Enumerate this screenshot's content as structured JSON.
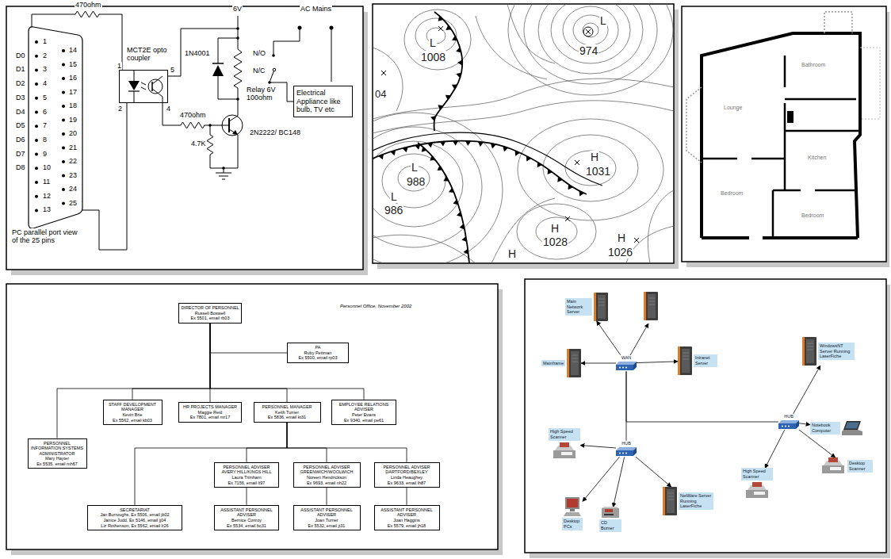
{
  "diagram": {
    "nodes": [
      {
        "text": [
          "MCT2E opto coupler"
        ]
      },
      {
        "text": [
          "Electrical Appliance like bulb, TV etc"
        ]
      },
      {
        "text": [
          "DIRECTOR OF PERSONNEL",
          "Russell Boswell",
          "Ex 5501, email rb03"
        ]
      },
      {
        "text": [
          "PA",
          "Ruby Pettman",
          "Ex 5500, email rp03"
        ]
      },
      {
        "text": [
          "STAFF DEVELOPMENT MANAGER",
          "Kevin Brie",
          "Ex 5562, email kb03"
        ]
      },
      {
        "text": [
          "HR PROJECTS MANAGER",
          "Maggie Reid",
          "Ex 7801, email mr17"
        ]
      },
      {
        "text": [
          "PERSONNEL MANAGER",
          "Keith Turner",
          "Ex 5836, email kt31"
        ]
      },
      {
        "text": [
          "EMPLOYEE RELATIONS ADVISER",
          "Peter Evans",
          "Ex 9340, email pe61"
        ]
      },
      {
        "text": [
          "PERSONNEL INFORMATION SYSTEMS ADMINISTRATOR",
          "Mary Hayter",
          "Ex 5535, email mh67"
        ]
      },
      {
        "text": [
          "PERSONNEL ADVISER AVERY HILL/KINGS HILL",
          "Laura Trimham",
          "Ex 7156, email lt97"
        ]
      },
      {
        "text": [
          "PERSONNEL ADVISER GREENWICH/WOOLWICH",
          "Noreen Hendrickson",
          "Ex 9693, email nh22"
        ]
      },
      {
        "text": [
          "PERSONNEL ADVISER DARTFORD/BEXLEY",
          "Linda Heaughey",
          "Ex 9633, email lh87"
        ]
      },
      {
        "text": [
          "SECRETARIAT",
          "Jan Burroughs, Ex 5506, email jb02",
          "Janice Judd, Ex 5146, email jj04",
          "Liz Rothenson, Ex 5562, email lr26"
        ]
      },
      {
        "text": [
          "ASSISTANT PERSONNEL ADVISER",
          "Bernice Conroy",
          "Ex 5534, email bc31"
        ]
      },
      {
        "text": [
          "ASSISTANT PERSONNEL ADVISER",
          "Joan Turner",
          "Ex 5532, email jt31"
        ]
      },
      {
        "text": [
          "ASSISTANT PERSONNEL ADVISER",
          "Joan Haggins",
          "Ex 5579, email jh18"
        ]
      },
      {
        "text": [
          "Main Network Server"
        ]
      },
      {
        "text": [
          "Mainframe"
        ]
      },
      {
        "text": [
          "WAN"
        ]
      },
      {
        "text": [
          "Intranet Server"
        ]
      },
      {
        "text": [
          "WindowsNT Server Running LaserFiche"
        ]
      },
      {
        "text": [
          "HUB"
        ]
      },
      {
        "text": [
          "Notebook Computer"
        ]
      },
      {
        "text": [
          "High Speed Scanner"
        ]
      },
      {
        "text": [
          "HUB"
        ]
      },
      {
        "text": [
          "Desktop Scanner"
        ]
      },
      {
        "text": [
          "High Speed Scanner"
        ]
      },
      {
        "text": [
          "NetWare Server Running LaserFiche"
        ]
      },
      {
        "text": [
          "Desktop PCs"
        ]
      },
      {
        "text": [
          "CD Burner"
        ]
      }
    ],
    "edges": [
      {
        "from": 2,
        "to": 3,
        "arrow": "none"
      },
      {
        "from": 2,
        "to": 4,
        "arrow": "none"
      },
      {
        "from": 2,
        "to": 5,
        "arrow": "none"
      },
      {
        "from": 2,
        "to": 6,
        "arrow": "none"
      },
      {
        "from": 2,
        "to": 7,
        "arrow": "none"
      },
      {
        "from": 2,
        "to": 8,
        "arrow": "none"
      },
      {
        "from": 6,
        "to": 9,
        "arrow": "none"
      },
      {
        "from": 6,
        "to": 10,
        "arrow": "none"
      },
      {
        "from": 6,
        "to": 11,
        "arrow": "none"
      },
      {
        "from": 6,
        "to": 12,
        "arrow": "none"
      },
      {
        "from": 9,
        "to": 13,
        "arrow": "none"
      },
      {
        "from": 10,
        "to": 14,
        "arrow": "none"
      },
      {
        "from": 11,
        "to": 15,
        "arrow": "none"
      },
      {
        "from": 18,
        "to": 16,
        "arrow": "to"
      },
      {
        "from": 18,
        "to": 17,
        "arrow": "to"
      },
      {
        "from": 18,
        "to": 19,
        "arrow": "to"
      },
      {
        "from": 18,
        "to": 24,
        "arrow": "none"
      },
      {
        "from": 18,
        "to": 21,
        "arrow": "none"
      },
      {
        "from": 24,
        "to": 23,
        "arrow": "to"
      },
      {
        "from": 24,
        "to": 28,
        "arrow": "to"
      },
      {
        "from": 24,
        "to": 29,
        "arrow": "to"
      },
      {
        "from": 24,
        "to": 27,
        "arrow": "to"
      },
      {
        "from": 21,
        "to": 20,
        "arrow": "to"
      },
      {
        "from": 21,
        "to": 22,
        "arrow": "to"
      },
      {
        "from": 21,
        "to": 25,
        "arrow": "to"
      },
      {
        "from": 21,
        "to": 26,
        "arrow": "to"
      }
    ],
    "labels": [
      "470ohm",
      "1",
      "2",
      "3",
      "4",
      "5",
      "6",
      "7",
      "8",
      "9",
      "10",
      "11",
      "12",
      "13",
      "14",
      "15",
      "16",
      "17",
      "18",
      "19",
      "20",
      "21",
      "22",
      "23",
      "24",
      "25",
      "D0",
      "D1",
      "D2",
      "D3",
      "D4",
      "D5",
      "D6",
      "D7",
      "D8",
      "1",
      "2",
      "4",
      "5",
      "6V",
      "1N4001",
      "AC Mains",
      "N/O",
      "N/C",
      "Relay 6V 100ohm",
      "470ohm",
      "4.7K",
      "2N2222/ BC148",
      "PC parallel port view of the 25 pins",
      "L",
      "1008",
      "L",
      "974",
      "04",
      "L",
      "988",
      "H",
      "1031",
      "L",
      "986",
      "H",
      "1028",
      "H",
      "1026",
      "H",
      "Lounge",
      "Bathroom",
      "Kitchen",
      "Bedroom",
      "Bedroom",
      "Personnel Office, November 2002"
    ]
  }
}
